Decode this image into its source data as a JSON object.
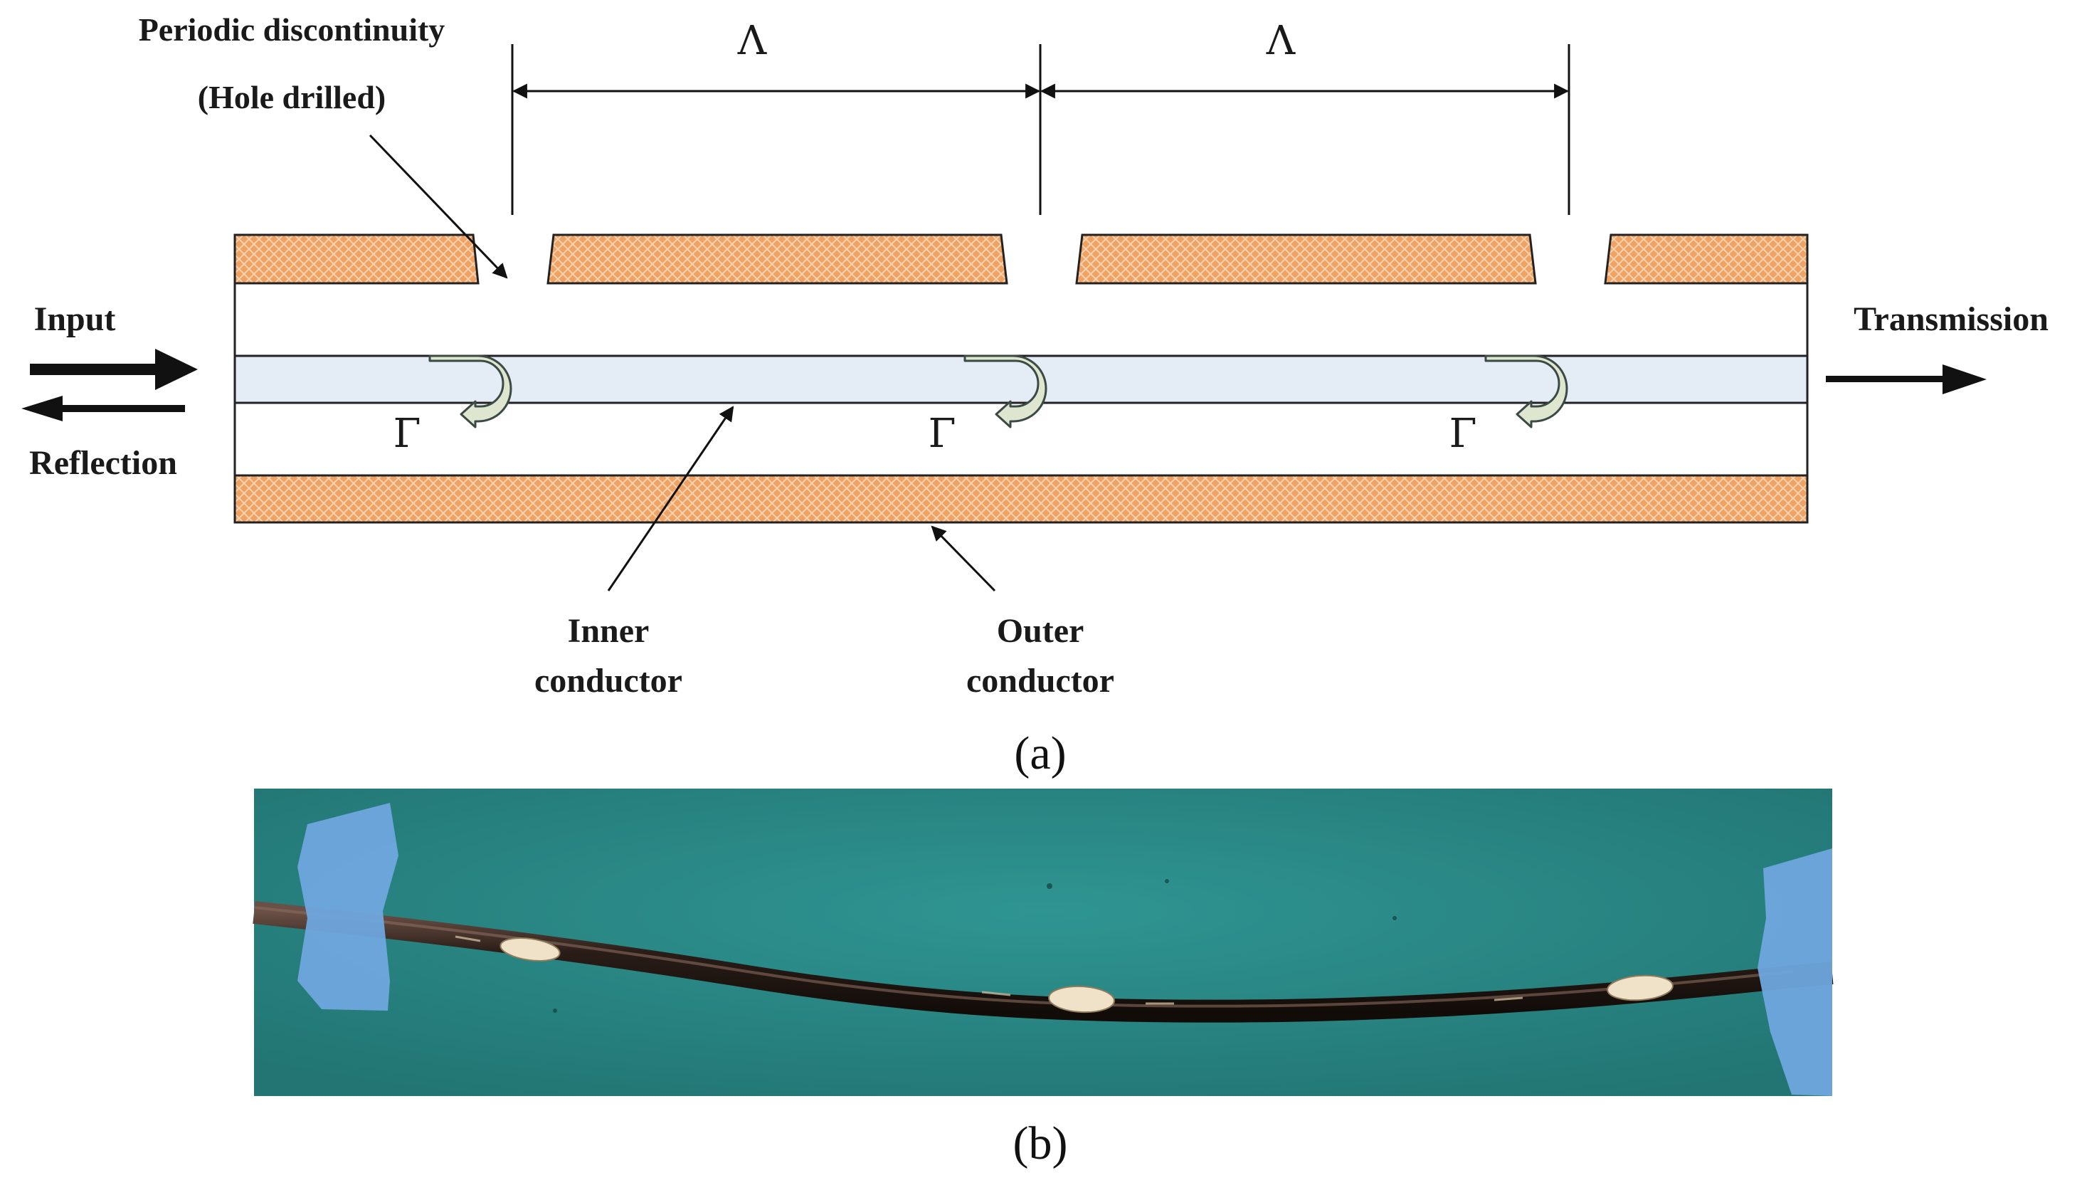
{
  "panel_a": {
    "labels": {
      "periodic_line1": "Periodic discontinuity",
      "periodic_line2": "(Hole drilled)",
      "period_symbol": "Λ",
      "input": "Input",
      "reflection": "Reflection",
      "transmission": "Transmission",
      "gamma_symbol": "Γ",
      "inner_line1": "Inner",
      "inner_line2": "conductor",
      "outer_line1": "Outer",
      "outer_line2": "conductor"
    },
    "caption": "(a)"
  },
  "panel_b": {
    "caption": "(b)"
  },
  "colors": {
    "outer_conductor": "#f0a263",
    "outer_hatch": "#f7d2b0",
    "inner_conductor": "#e4ecf6",
    "reflection_arrow": "#dfe6cf",
    "photo_background": "#2b8a8a",
    "tape": "#6fa6de",
    "cable": "#2a1d18"
  }
}
